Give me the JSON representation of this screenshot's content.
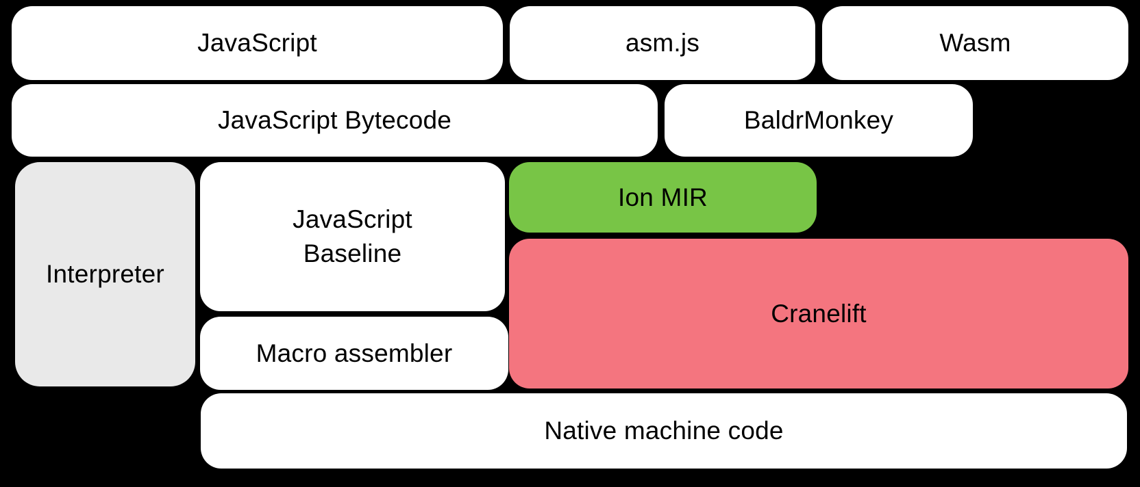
{
  "diagram": {
    "background_color": "#000000",
    "text_color": "#000000",
    "colors": {
      "default_box": "#ffffff",
      "interpreter_box": "#e9e9e9",
      "ion_mir_box": "#78c546",
      "cranelift_box": "#f4757f"
    },
    "boxes": {
      "javascript": {
        "label": "JavaScript"
      },
      "asmjs": {
        "label": "asm.js"
      },
      "wasm": {
        "label": "Wasm"
      },
      "bytecode": {
        "label": "JavaScript Bytecode"
      },
      "baldrmonkey": {
        "label": "BaldrMonkey"
      },
      "interpreter": {
        "label": "Interpreter"
      },
      "baseline": {
        "line1": "JavaScript",
        "line2": "Baseline"
      },
      "ionmir": {
        "label": "Ion MIR"
      },
      "cranelift": {
        "label": "Cranelift"
      },
      "macroassembler": {
        "label": "Macro assembler"
      },
      "nativecode": {
        "label": "Native machine code"
      }
    }
  }
}
